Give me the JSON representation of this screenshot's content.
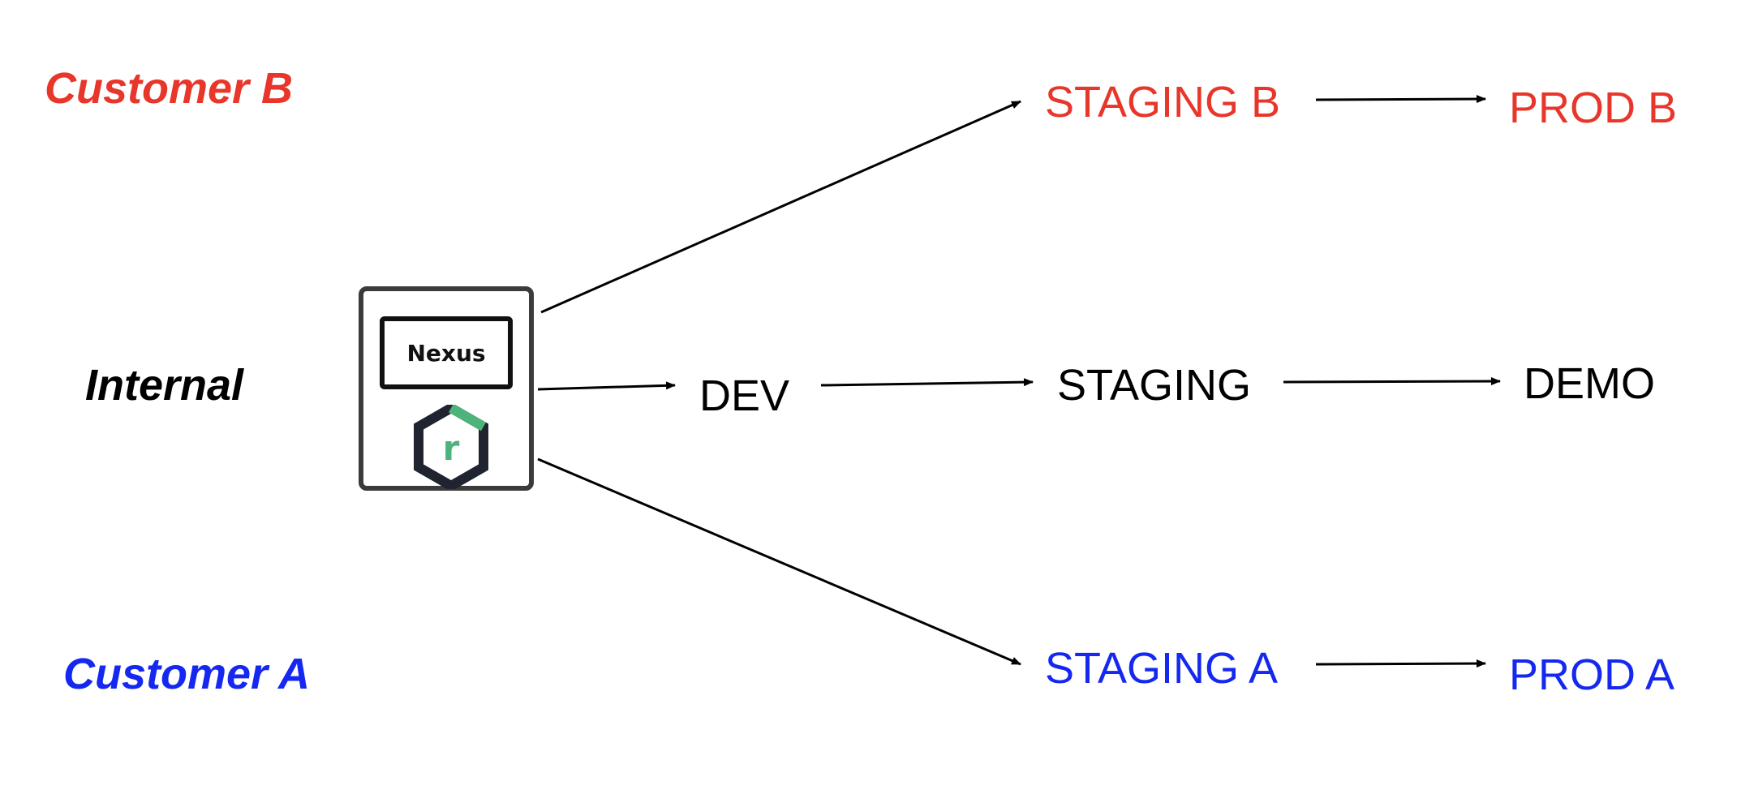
{
  "groups": {
    "customer_b": "Customer B",
    "internal": "Internal",
    "customer_a": "Customer A"
  },
  "nexus": {
    "label": "Nexus",
    "logo_icon": "nexus-repository-icon",
    "logo_letter": "r"
  },
  "environments": {
    "dev": "DEV",
    "staging": "STAGING",
    "demo": "DEMO",
    "staging_b": "STAGING B",
    "prod_b": "PROD B",
    "staging_a": "STAGING A",
    "prod_a": "PROD A"
  },
  "colors": {
    "customer_b": "#e8362a",
    "customer_a": "#1528f0",
    "internal": "#000000",
    "logo_green": "#4db37a",
    "logo_dark": "#1f2430"
  }
}
